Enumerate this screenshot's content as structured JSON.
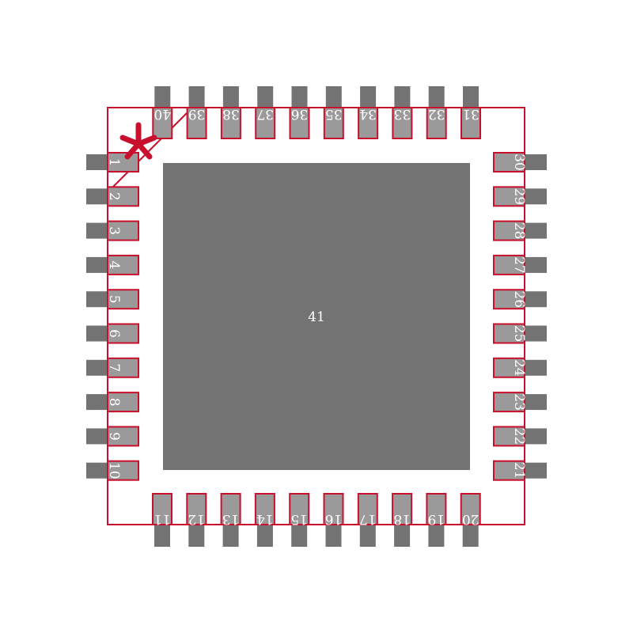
{
  "footprint": {
    "pins_left": [
      "1",
      "2",
      "3",
      "4",
      "5",
      "6",
      "7",
      "8",
      "9",
      "10"
    ],
    "pins_bottom": [
      "11",
      "12",
      "13",
      "14",
      "15",
      "16",
      "17",
      "18",
      "19",
      "20"
    ],
    "pins_right": [
      "21",
      "22",
      "23",
      "24",
      "25",
      "26",
      "27",
      "28",
      "29",
      "30"
    ],
    "pins_top": [
      "31",
      "32",
      "33",
      "34",
      "35",
      "36",
      "37",
      "38",
      "39",
      "40"
    ],
    "center_pad_label": "41",
    "pin1_marker_icon": "asterisk-icon"
  },
  "colors": {
    "background": "#ffffff",
    "copper_dark": "#737373",
    "pad_fill": "#9a9a9a",
    "outline": "#c8102e",
    "label": "#ffffff"
  }
}
